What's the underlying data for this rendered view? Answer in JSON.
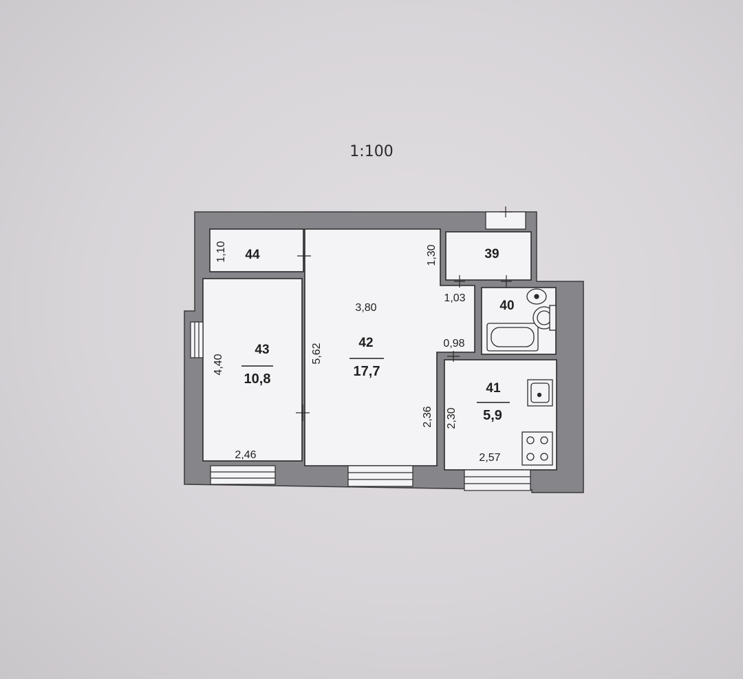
{
  "plan": {
    "scale": "1:100",
    "colors": {
      "wall": "#85858a",
      "room": "#f4f3f5",
      "line": "#2b2b2b",
      "text": "#1f1f1f"
    },
    "rooms": [
      {
        "number": "44",
        "area": "",
        "dims": [
          "1,10"
        ]
      },
      {
        "number": "43",
        "area": "10,8",
        "dims": [
          "4,40",
          "2,46"
        ]
      },
      {
        "number": "42",
        "area": "17,7",
        "dims": [
          "3,80",
          "5,62",
          "2,36"
        ]
      },
      {
        "number": "39",
        "area": "",
        "dims": [
          "1,30"
        ]
      },
      {
        "number": "40",
        "area": "",
        "dims": [
          "1,03"
        ]
      },
      {
        "number": "41",
        "area": "5,9",
        "dims": [
          "0,98",
          "2,30",
          "2,57"
        ]
      }
    ],
    "icons": [
      "bathtub-icon",
      "washbasin-icon",
      "toilet-icon",
      "sink-icon",
      "stove-icon",
      "window-icon",
      "door-icon"
    ]
  }
}
